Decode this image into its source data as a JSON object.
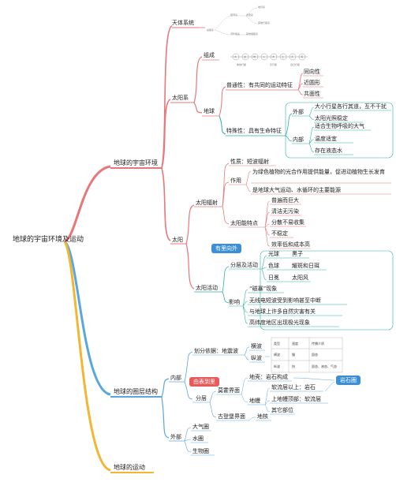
{
  "root": "地球的宇宙环境及运动",
  "branches": {
    "cosmos_env": "地球的宇宙环境",
    "layers": "地球的圈层结构",
    "motion": "地球的运动"
  },
  "celestial": {
    "label": "天体系统",
    "thumb_labels": [
      "总星系",
      "银河系",
      "河外星系",
      "太阳系",
      "地月系",
      "其他恒星系",
      "其他行星系"
    ]
  },
  "solar_system": {
    "label": "太阳系",
    "composition": "组成",
    "planet_labels": [
      "水",
      "金",
      "地",
      "火",
      "木",
      "土",
      "天",
      "海"
    ],
    "group_labels": [
      "类地行星",
      "巨行星",
      "远日行星"
    ],
    "earth": "地球",
    "commonality": "普通性：有共同的运动特征",
    "common_items": [
      "同向性",
      "近圆形",
      "共面性"
    ],
    "specialty": "特殊性：具有生命特征",
    "external": "外部",
    "external_items": [
      "大小行星各行其道，互不干扰",
      "太阳光照稳定"
    ],
    "internal": "内部",
    "internal_items": [
      "适合生物呼吸的大气",
      "温度适宜",
      "存在液态水"
    ]
  },
  "sun": {
    "label": "太阳",
    "radiation": "太阳辐射",
    "nature": "性质：短波辐射",
    "role": "作用",
    "role_items": [
      "为绿色植物的光合作用提供能量，促进动植物生长发育",
      "是地球大气运动、水循环的主要能源"
    ],
    "energy_features": "太阳能特点",
    "feature_items": [
      "普遍而巨大",
      "清洁无污染",
      "分散不易收集",
      "不稳定",
      "效率低和成本高"
    ],
    "activity": "太阳活动",
    "tag": "有里向外",
    "layers_activity": "分层及活动",
    "pairs": [
      [
        "光球",
        "黑子"
      ],
      [
        "色球",
        "耀斑和日珥"
      ],
      [
        "日冕",
        "太阳风"
      ]
    ],
    "influence": "影响",
    "influence_items": [
      "“磁暴”现象",
      "无线电短波受到影响甚至中断",
      "与地球上许多自然灾害有关",
      "高纬度地区出现极光现象"
    ]
  },
  "structure": {
    "inner": "内部",
    "basis": "划分依据：地震波",
    "waves": [
      "横波",
      "纵波"
    ],
    "table": {
      "header": [
        "类型",
        "速度",
        "传播介质"
      ],
      "rows": [
        [
          "横波",
          "慢",
          "固态"
        ],
        [
          "纵波",
          "快",
          "固态、液态、气态"
        ]
      ]
    },
    "tag_in_out": "由表到里",
    "layer": "分层",
    "moho": "莫霍界面",
    "gutenberg": "古登堡界面",
    "crust": "地壳：岩石构成",
    "mantle": "地幔",
    "mantle_items": [
      "软流层以上：岩石",
      "上地幔顶部：软流层",
      "其它部位"
    ],
    "core": "地核",
    "lithosphere_tag": "岩石圈",
    "outer": "外部",
    "outer_items": [
      "大气圈",
      "水圈",
      "生物圈"
    ]
  },
  "colors": {
    "red": "#e8767a",
    "teal": "#2bb3a3",
    "blue": "#5aa7e0",
    "gold": "#f2b632",
    "text": "#222222"
  }
}
